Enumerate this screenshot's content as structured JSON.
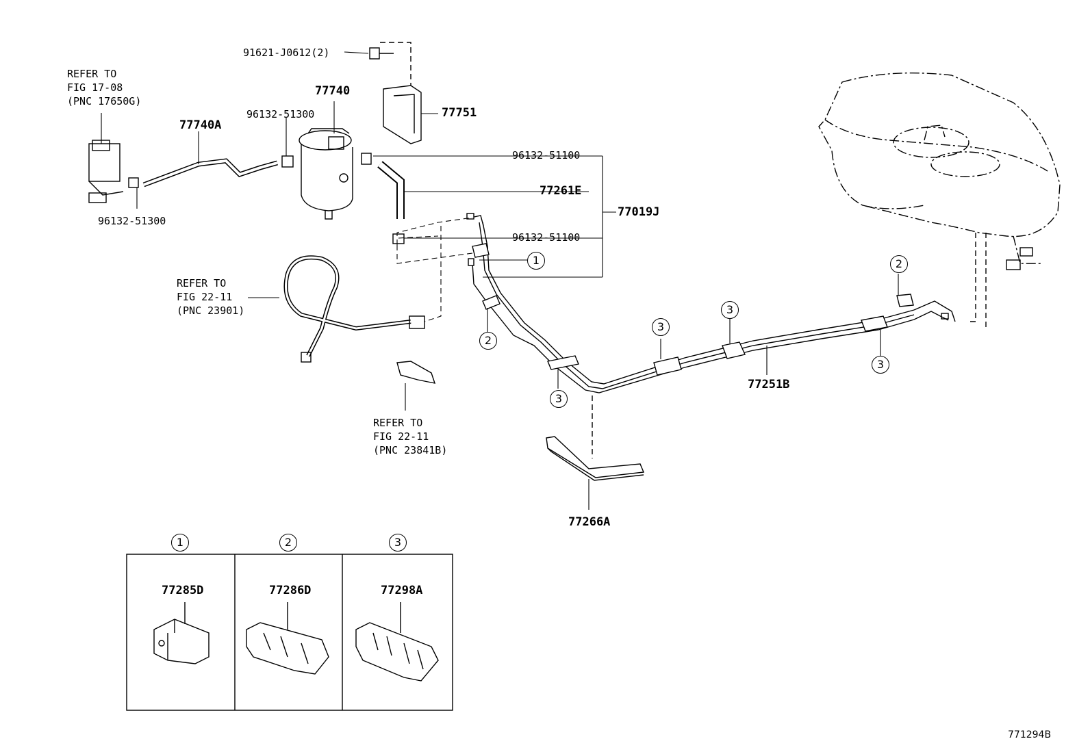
{
  "refs": {
    "fig_17_08": "REFER TO\nFIG 17-08\n(PNC 17650G)",
    "fig_22_11_a": "REFER TO\nFIG 22-11\n(PNC 23901)",
    "fig_22_11_b": "REFER TO\nFIG 22-11\n(PNC 23841B)"
  },
  "parts": {
    "bolt": "91621-J0612(2)",
    "p77740": "77740",
    "p77740A": "77740A",
    "p77751": "77751",
    "clip_96132_51300_top": "96132-51300",
    "clip_96132_51300_bottom": "96132-51300",
    "clip_96132_51100_top": "96132-51100",
    "clip_96132_51100_bottom": "96132-51100",
    "p77261E": "77261E",
    "p77019J": "77019J",
    "p77251B": "77251B",
    "p77266A": "77266A"
  },
  "callouts": {
    "c1": "1",
    "c2": "2",
    "c3": "3"
  },
  "legend": [
    {
      "num": "1",
      "part": "77285D"
    },
    {
      "num": "2",
      "part": "77286D"
    },
    {
      "num": "3",
      "part": "77298A"
    }
  ],
  "figure_code": "771294B"
}
